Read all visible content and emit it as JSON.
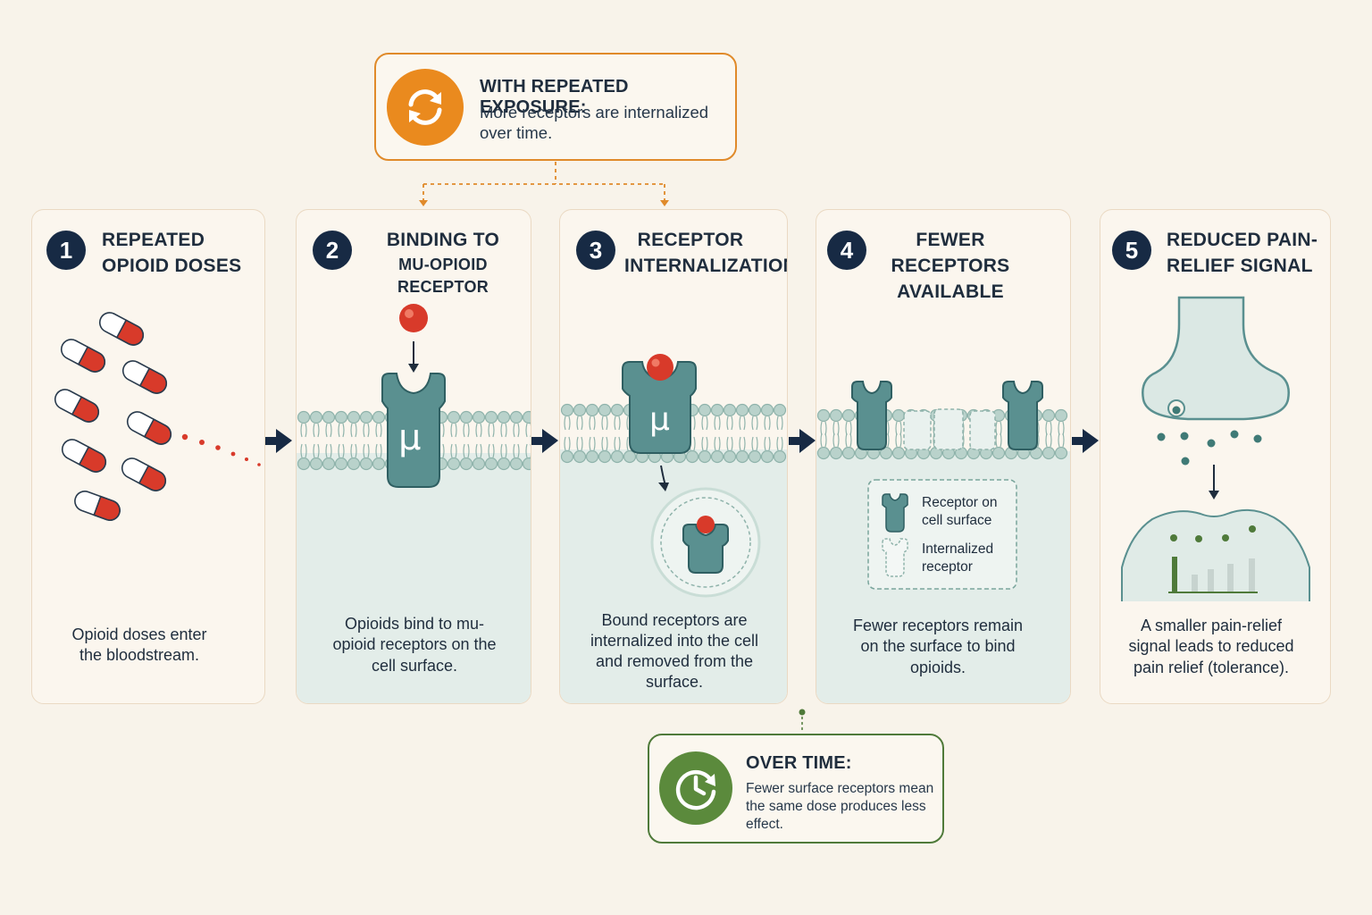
{
  "callouts": {
    "top": {
      "icon": "refresh-cycle-icon",
      "title": "WITH REPEATED EXPOSURE:",
      "text": "More receptors are internalized over time.",
      "color": "#ea8a1e"
    },
    "bottom": {
      "icon": "clock-icon",
      "title": "OVER TIME:",
      "text": "Fewer surface receptors mean the same dose produces less effect.",
      "color": "#5b8a3c"
    }
  },
  "steps": [
    {
      "number": "1",
      "title_line1": "REPEATED",
      "title_line2": "OPIOID DOSES",
      "description": "Opioid doses enter the bloodstream."
    },
    {
      "number": "2",
      "title_line1": "BINDING TO",
      "title_line2": "MU-OPIOID RECEPTOR",
      "description": "Opioids bind to mu-opioid receptors on the cell surface."
    },
    {
      "number": "3",
      "title_line1": "RECEPTOR",
      "title_line2": "INTERNALIZATION",
      "description": "Bound receptors are internalized into the cell and removed from the surface."
    },
    {
      "number": "4",
      "title_line1": "FEWER RECEPTORS",
      "title_line2": "AVAILABLE",
      "description": "Fewer receptors remain on the surface to bind opioids."
    },
    {
      "number": "5",
      "title_line1": "REDUCED PAIN-",
      "title_line2": "RELIEF SIGNAL",
      "description": "A smaller pain-relief signal leads to reduced pain relief (tolerance)."
    }
  ],
  "receptor_symbol": "μ",
  "legend": {
    "surface_label_line1": "Receptor on",
    "surface_label_line2": "cell surface",
    "internal_label_line1": "Internalized",
    "internal_label_line2": "receptor"
  },
  "colors": {
    "navy": "#172a44",
    "receptor": "#5a9090",
    "opioid": "#d83a2a",
    "membrane": "#b9d2cb",
    "card_tint": "#e3ede9",
    "orange": "#e08a2a",
    "green": "#4f7a3a"
  }
}
